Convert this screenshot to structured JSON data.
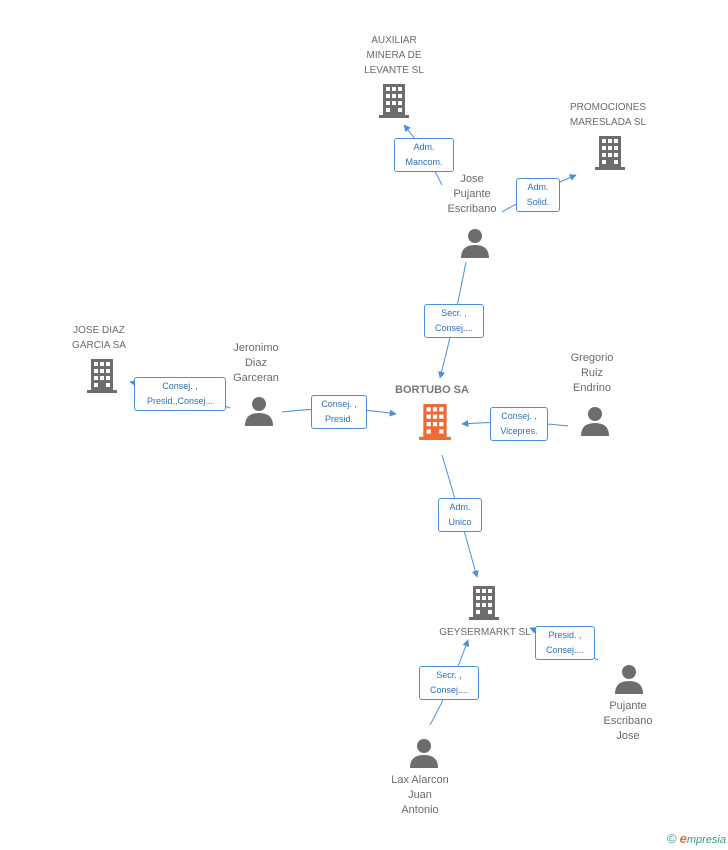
{
  "colors": {
    "edge": "#4a90d9",
    "building": "#6d6d6d",
    "person": "#6d6d6d",
    "highlight": "#f06a35"
  },
  "nodes": {
    "auxiliar": {
      "label": "AUXILIAR\nMINERA DE\nLEVANTE  SL",
      "icon": "building-icon"
    },
    "promociones": {
      "label": "PROMOCIONES\nMARESLADA SL",
      "icon": "building-icon"
    },
    "jose_pujante": {
      "label": "Jose\nPujante\nEscribano",
      "icon": "person-icon"
    },
    "jose_diaz": {
      "label": "JOSE DIAZ\nGARCIA SA",
      "icon": "building-icon"
    },
    "jeronimo": {
      "label": "Jeronimo\nDiaz\nGarceran",
      "icon": "person-icon"
    },
    "bortubo": {
      "label": "BORTUBO SA",
      "icon": "building-icon"
    },
    "gregorio": {
      "label": "Gregorio\nRuiz\nEndrino",
      "icon": "person-icon"
    },
    "geysermarkt": {
      "label": "GEYSERMARKT SL",
      "icon": "building-icon"
    },
    "pujante_jose": {
      "label": "Pujante\nEscribano\nJose",
      "icon": "person-icon"
    },
    "lax": {
      "label": "Lax Alarcon\nJuan\nAntonio",
      "icon": "person-icon"
    }
  },
  "relations": {
    "r1": "Adm.\nMancom.",
    "r2": "Adm.\nSolid.",
    "r3": "Secr. ,\nConsej....",
    "r4": "Consej. ,\nPresid.,Consej...",
    "r5": "Consej. ,\nPresid.",
    "r6": "Consej. ,\nVicepres.",
    "r7": "Adm.\nUnico",
    "r8": "Presid. ,\nConsej....",
    "r9": "Secr. ,\nConsej...."
  },
  "footer": {
    "copyright": "©",
    "brand_initial": "e",
    "brand_rest": "mpresia"
  }
}
